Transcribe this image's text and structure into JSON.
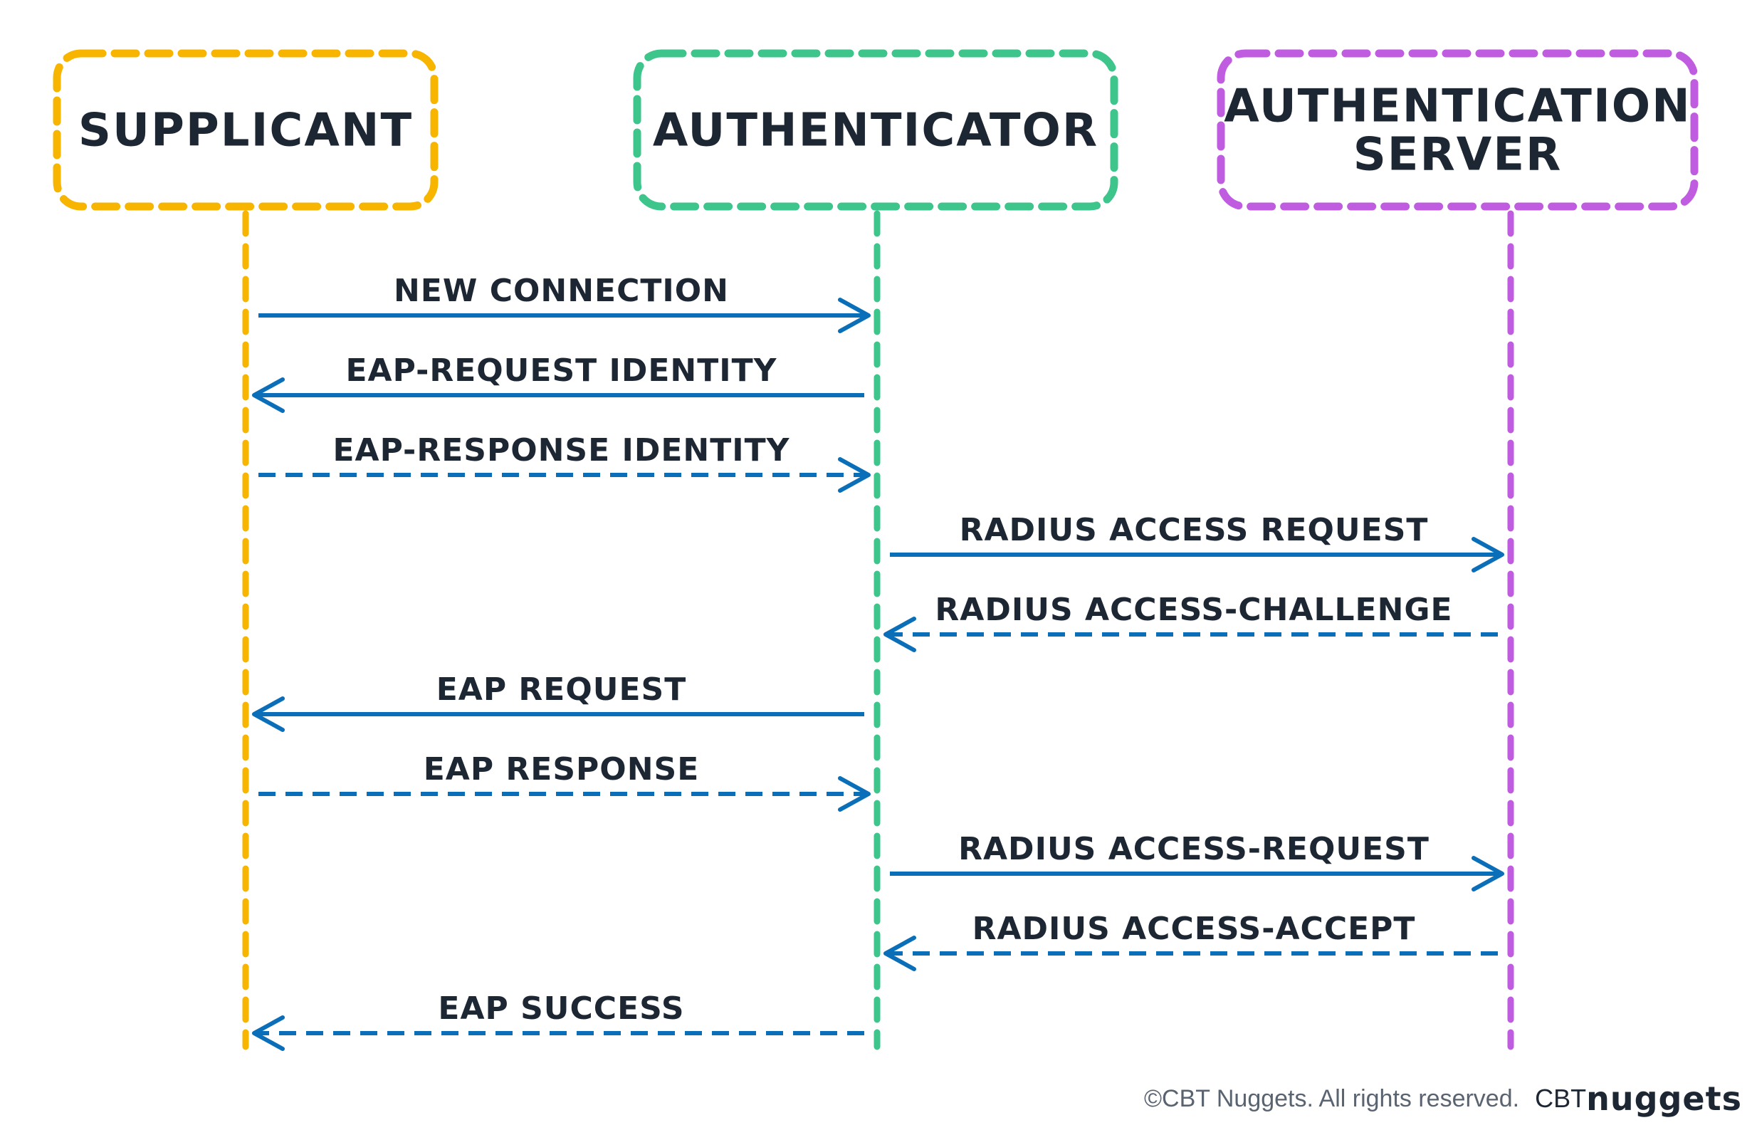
{
  "actors": [
    {
      "id": "supplicant",
      "lines": [
        "SUPPLICANT"
      ],
      "color": "#f7b500"
    },
    {
      "id": "authenticator",
      "lines": [
        "AUTHENTICATOR"
      ],
      "color": "#3ec58b"
    },
    {
      "id": "authentication-server",
      "lines": [
        "AUTHENTICATION",
        "SERVER"
      ],
      "color": "#bf5ce0"
    }
  ],
  "arrow_color": "#0a6fb8",
  "messages": [
    {
      "label": "NEW CONNECTION",
      "from": 0,
      "to": 1,
      "style": "solid"
    },
    {
      "label": "EAP-REQUEST IDENTITY",
      "from": 1,
      "to": 0,
      "style": "solid"
    },
    {
      "label": "EAP-RESPONSE IDENTITY",
      "from": 0,
      "to": 1,
      "style": "dashed"
    },
    {
      "label": "RADIUS ACCESS REQUEST",
      "from": 1,
      "to": 2,
      "style": "solid"
    },
    {
      "label": "RADIUS ACCESS-CHALLENGE",
      "from": 2,
      "to": 1,
      "style": "dashed"
    },
    {
      "label": "EAP REQUEST",
      "from": 1,
      "to": 0,
      "style": "solid"
    },
    {
      "label": "EAP RESPONSE",
      "from": 0,
      "to": 1,
      "style": "dashed"
    },
    {
      "label": "RADIUS ACCESS-REQUEST",
      "from": 1,
      "to": 2,
      "style": "solid"
    },
    {
      "label": "RADIUS ACCESS-ACCEPT",
      "from": 2,
      "to": 1,
      "style": "dashed"
    },
    {
      "label": "EAP SUCCESS",
      "from": 1,
      "to": 0,
      "style": "dashed"
    }
  ],
  "footer": {
    "copyright": "©CBT Nuggets. All rights reserved.",
    "logo_prefix": "CBT",
    "logo_main": "nuggets"
  }
}
